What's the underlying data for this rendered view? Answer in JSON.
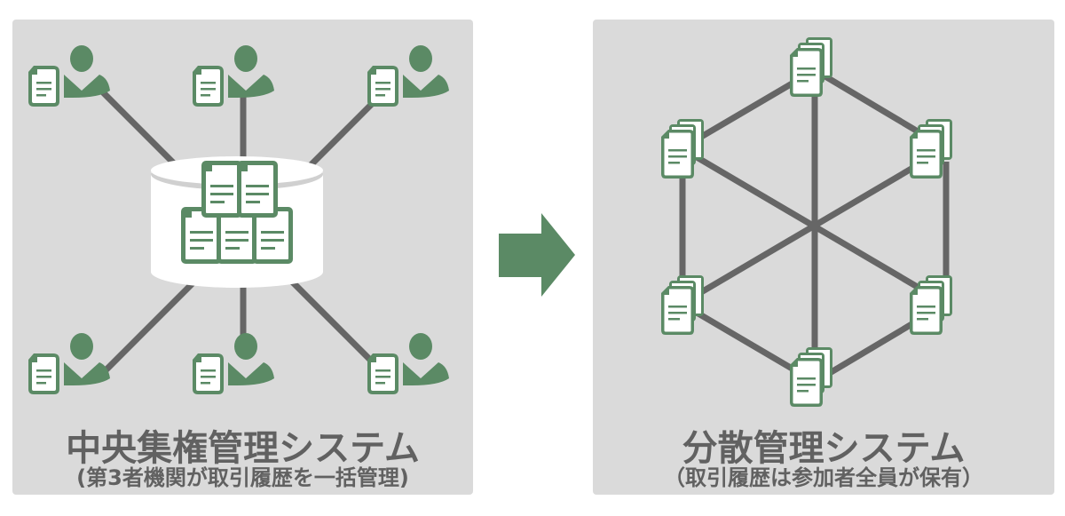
{
  "colors": {
    "panel_bg": "#dadada",
    "accent_green": "#5b8a65",
    "line_gray": "#666666",
    "text_gray": "#616161",
    "doc_white": "#ffffff"
  },
  "left": {
    "title": "中央集権管理システム",
    "subtitle": "(第3者機関が取引履歴を一括管理)",
    "central_node": "database-with-documents",
    "user_count": 6
  },
  "arrow": {
    "icon": "arrow-right-icon"
  },
  "right": {
    "title": "分散管理システム",
    "subtitle": "（取引履歴は参加者全員が保有）",
    "node_icon": "document-stack-icon",
    "node_count": 6
  }
}
